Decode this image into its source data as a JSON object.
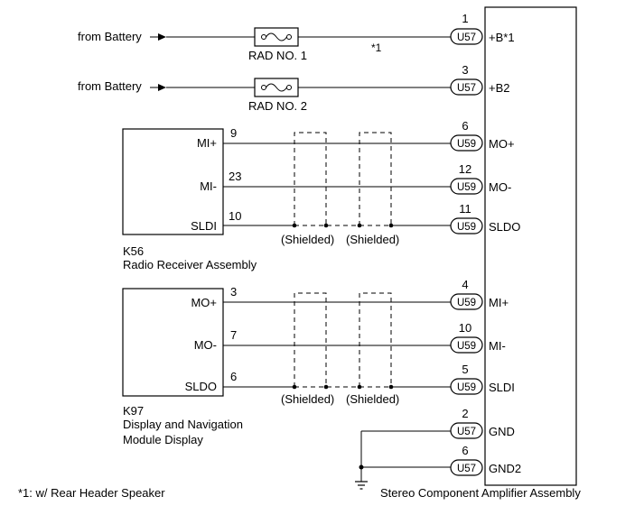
{
  "sources": {
    "battery1": "from Battery",
    "battery2": "from Battery"
  },
  "fuses": {
    "fuse1": "RAD NO. 1",
    "fuse2": "RAD NO. 2"
  },
  "note_marker": "*1",
  "footnote": "*1: w/ Rear Header Speaker",
  "amplifier": {
    "name": "Stereo Component Amplifier Assembly",
    "pins": [
      {
        "num": "1",
        "conn": "U57",
        "name": "+B*1"
      },
      {
        "num": "3",
        "conn": "U57",
        "name": "+B2"
      },
      {
        "num": "6",
        "conn": "U59",
        "name": "MO+"
      },
      {
        "num": "12",
        "conn": "U59",
        "name": "MO-"
      },
      {
        "num": "11",
        "conn": "U59",
        "name": "SLDO"
      },
      {
        "num": "4",
        "conn": "U59",
        "name": "MI+"
      },
      {
        "num": "10",
        "conn": "U59",
        "name": "MI-"
      },
      {
        "num": "5",
        "conn": "U59",
        "name": "SLDI"
      },
      {
        "num": "2",
        "conn": "U57",
        "name": "GND"
      },
      {
        "num": "6",
        "conn": "U57",
        "name": "GND2"
      }
    ]
  },
  "k56": {
    "code": "K56",
    "name": "Radio Receiver Assembly",
    "pins": [
      {
        "label": "MI+",
        "num": "9"
      },
      {
        "label": "MI-",
        "num": "23"
      },
      {
        "label": "SLDI",
        "num": "10"
      }
    ]
  },
  "k97": {
    "code": "K97",
    "name_line1": "Display and Navigation",
    "name_line2": "Module Display",
    "pins": [
      {
        "label": "MO+",
        "num": "3"
      },
      {
        "label": "MO-",
        "num": "7"
      },
      {
        "label": "SLDO",
        "num": "6"
      }
    ]
  },
  "shield_label": "(Shielded)"
}
